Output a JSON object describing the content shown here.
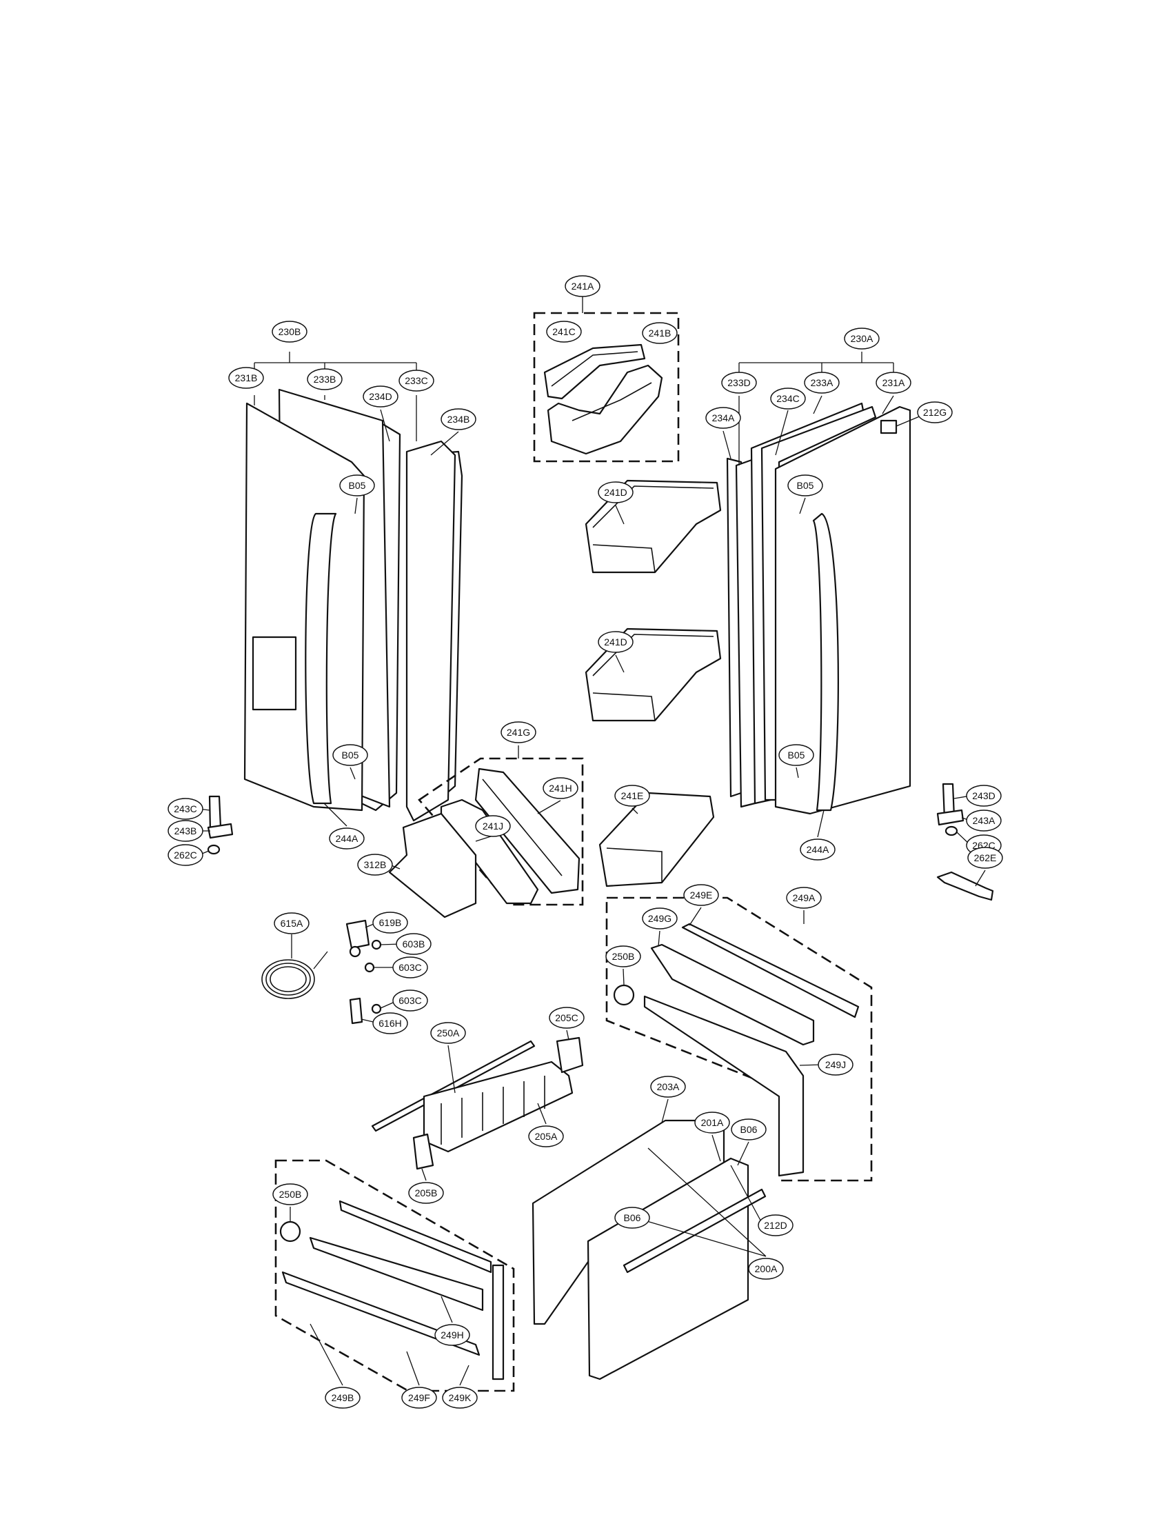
{
  "callouts": {
    "c241A": "241A",
    "c241C": "241C",
    "c241B": "241B",
    "c230B": "230B",
    "c231B": "231B",
    "c233B": "233B",
    "c234D": "234D",
    "c233C": "233C",
    "c234B": "234B",
    "c230A": "230A",
    "c233D": "233D",
    "c233A": "233A",
    "c231A": "231A",
    "c234C": "234C",
    "c234A": "234A",
    "c212G": "212G",
    "c241D_top": "241D",
    "c241D_bot": "241D",
    "c241G": "241G",
    "c241H": "241H",
    "c241J": "241J",
    "c241E": "241E",
    "c243C": "243C",
    "c243B": "243B",
    "c262C_left": "262C",
    "c243D": "243D",
    "c243A": "243A",
    "c262C_right": "262C",
    "c262E": "262E",
    "c244A_left": "244A",
    "c244A_right": "244A",
    "c312B": "312B",
    "cB05_lt": "B05",
    "cB05_lb": "B05",
    "cB05_rt": "B05",
    "cB05_rb": "B05",
    "c615A": "615A",
    "c619B": "619B",
    "c603B": "603B",
    "c603C_a": "603C",
    "c603C_b": "603C",
    "c616H": "616H",
    "c249E": "249E",
    "c249A": "249A",
    "c249G": "249G",
    "c250B_right": "250B",
    "c249J": "249J",
    "c250A": "250A",
    "c205C": "205C",
    "c205A": "205A",
    "c205B": "205B",
    "c203A": "203A",
    "c201A": "201A",
    "cB06_a": "B06",
    "cB06_b": "B06",
    "c212D": "212D",
    "c200A": "200A",
    "c250B_left": "250B",
    "c249H": "249H",
    "c249B": "249B",
    "c249F": "249F",
    "c249K": "249K"
  }
}
